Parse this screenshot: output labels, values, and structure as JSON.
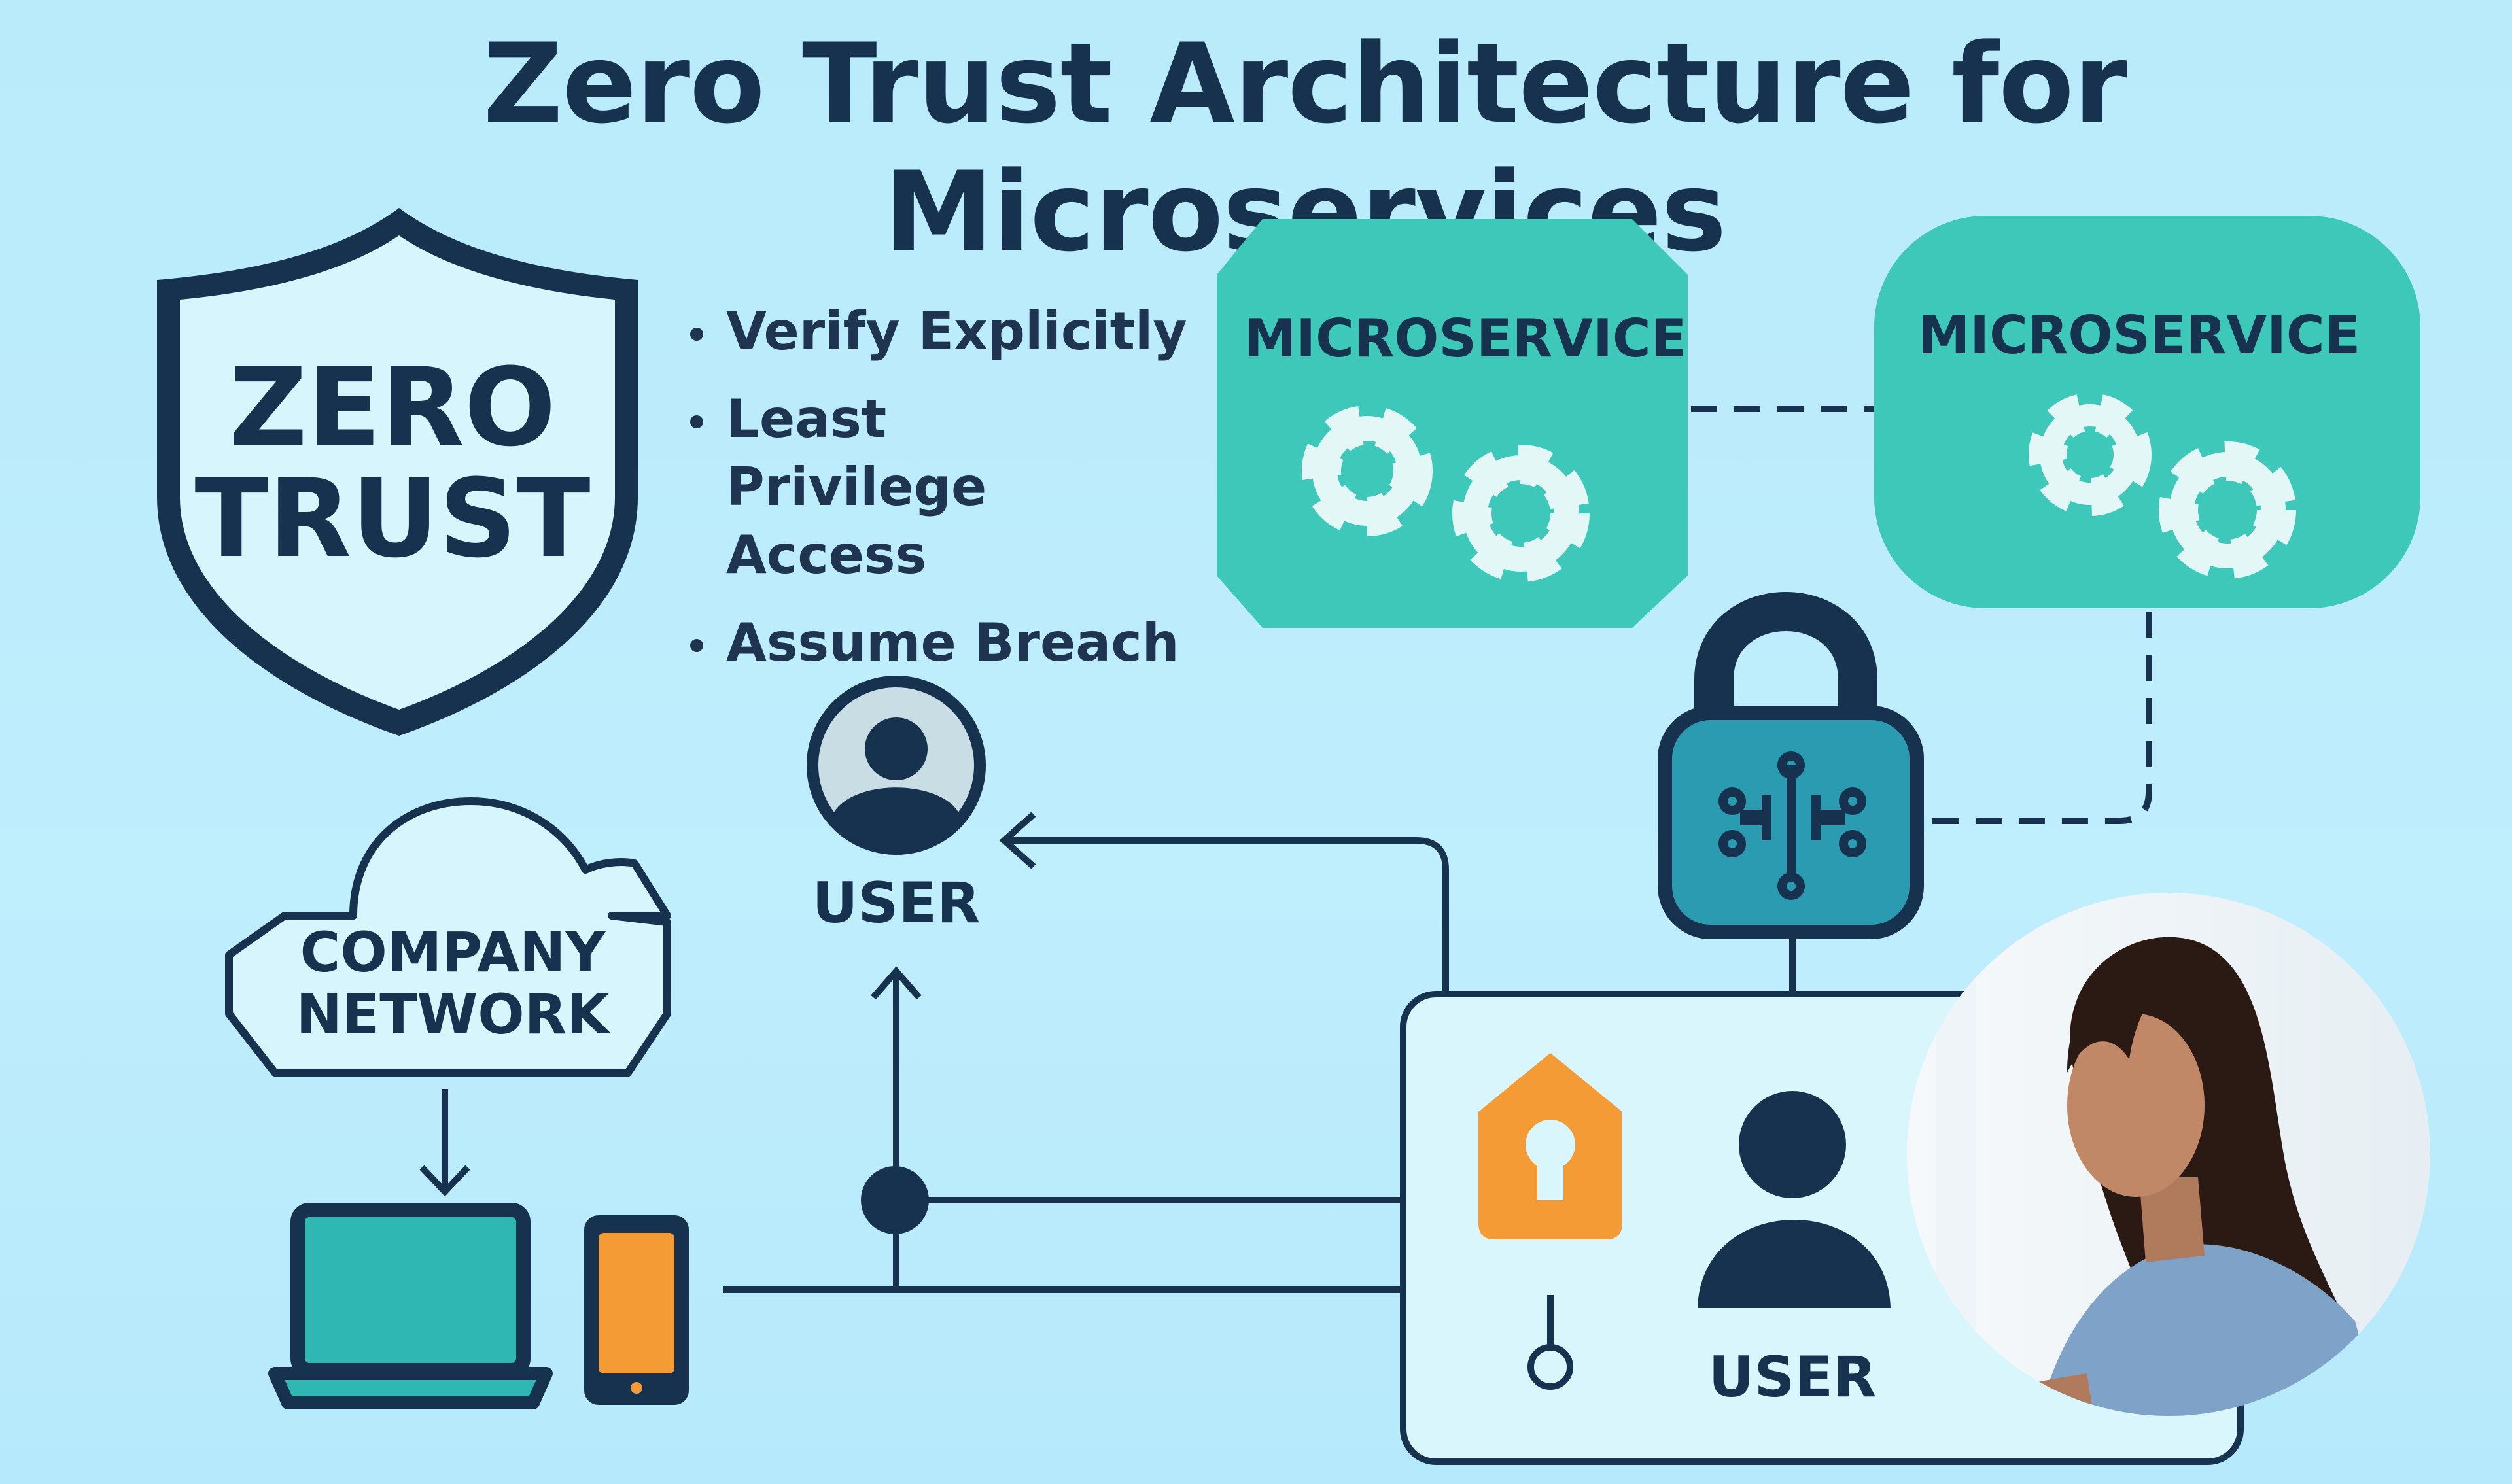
{
  "title": "Zero Trust Architecture for Microservices",
  "shield": {
    "line1": "ZERO",
    "line2": "TRUST"
  },
  "principles": [
    "Verify Explicitly",
    "Least Privilege Access",
    "Assume Breach"
  ],
  "microservices": [
    {
      "label": "MICROSERVICE",
      "icon": "gears-icon"
    },
    {
      "label": "MICROSERVICE",
      "icon": "gears-icon"
    }
  ],
  "network": {
    "line1": "COMPANY",
    "line2": "NETWORK"
  },
  "user_top_label": "USER",
  "user_bottom_label": "USER",
  "icons": [
    "shield-icon",
    "cloud-icon",
    "laptop-icon",
    "phone-icon",
    "padlock-icon",
    "circuit-icon",
    "keyhole-lock-icon",
    "user-icon",
    "person-photo"
  ],
  "colors": {
    "navy": "#17324f",
    "teal": "#3ec8b9",
    "lock_blue": "#2a9bb0",
    "orange": "#f49b36",
    "background": "#bdeefc"
  }
}
